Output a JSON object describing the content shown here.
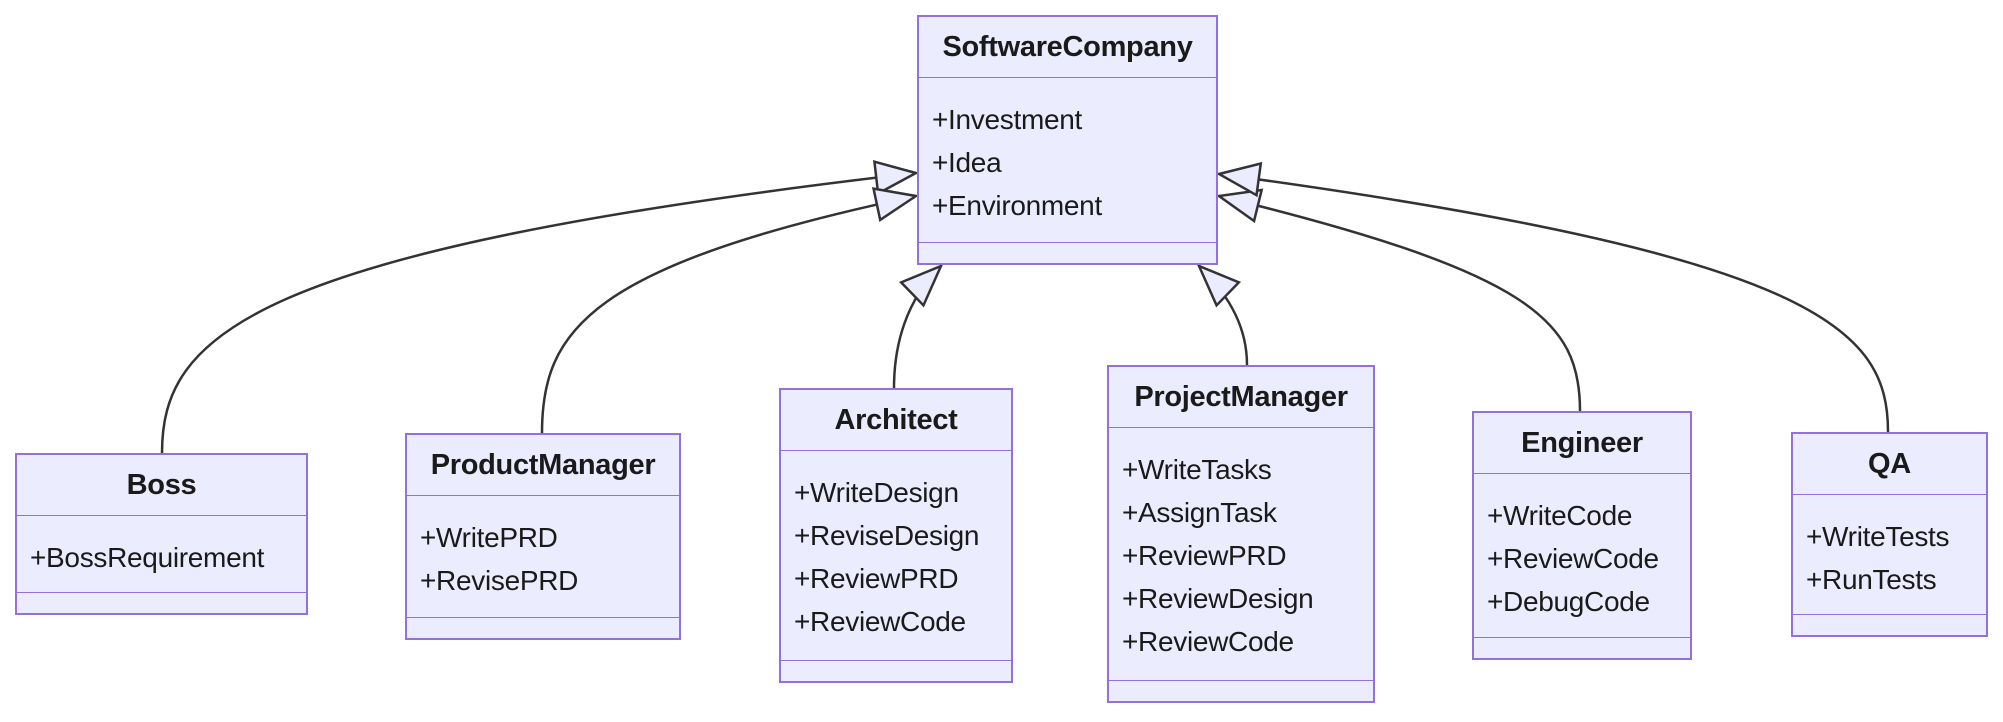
{
  "diagram": {
    "kind": "uml-class-diagram",
    "colors": {
      "node_fill": "#ECECFF",
      "node_border": "#9370DB",
      "edge_color": "#333333",
      "text_color": "#1A1A1A",
      "background": "#FFFFFF"
    },
    "classes": [
      {
        "id": "SoftwareCompany",
        "name": "SoftwareCompany",
        "attributes": [
          "+Investment",
          "+Idea",
          "+Environment"
        ]
      },
      {
        "id": "Boss",
        "name": "Boss",
        "attributes": [
          "+BossRequirement"
        ]
      },
      {
        "id": "ProductManager",
        "name": "ProductManager",
        "attributes": [
          "+WritePRD",
          "+RevisePRD"
        ]
      },
      {
        "id": "Architect",
        "name": "Architect",
        "attributes": [
          "+WriteDesign",
          "+ReviseDesign",
          "+ReviewPRD",
          "+ReviewCode"
        ]
      },
      {
        "id": "ProjectManager",
        "name": "ProjectManager",
        "attributes": [
          "+WriteTasks",
          "+AssignTask",
          "+ReviewPRD",
          "+ReviewDesign",
          "+ReviewCode"
        ]
      },
      {
        "id": "Engineer",
        "name": "Engineer",
        "attributes": [
          "+WriteCode",
          "+ReviewCode",
          "+DebugCode"
        ]
      },
      {
        "id": "QA",
        "name": "QA",
        "attributes": [
          "+WriteTests",
          "+RunTests"
        ]
      }
    ],
    "relations": [
      {
        "from": "Boss",
        "to": "SoftwareCompany",
        "type": "inheritance"
      },
      {
        "from": "ProductManager",
        "to": "SoftwareCompany",
        "type": "inheritance"
      },
      {
        "from": "Architect",
        "to": "SoftwareCompany",
        "type": "inheritance"
      },
      {
        "from": "ProjectManager",
        "to": "SoftwareCompany",
        "type": "inheritance"
      },
      {
        "from": "Engineer",
        "to": "SoftwareCompany",
        "type": "inheritance"
      },
      {
        "from": "QA",
        "to": "SoftwareCompany",
        "type": "inheritance"
      }
    ]
  }
}
